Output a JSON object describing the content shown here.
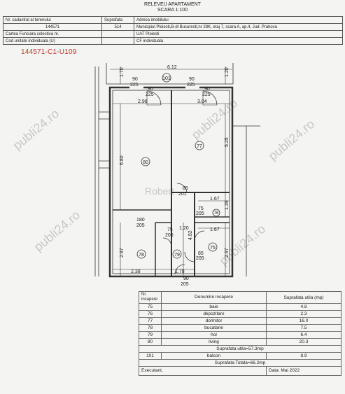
{
  "header": {
    "title_line1": "RELEVEU APARTAMENT",
    "title_line2": "SCARA 1:100",
    "rows": [
      {
        "c1": "Nr. cadastral al terenului",
        "c2": "Suprafata",
        "c3": "Adresa imobilului"
      },
      {
        "c1": "144571",
        "c2": "514",
        "c3": "Municipiul Ploiesti,B-dl Bucuresti,nr 28K, etaj 7, scara A, ap.4, Jud. Prahova"
      },
      {
        "c1": "Cartea Funciara colectiva nr.",
        "c2": "",
        "c3": "UAT        Ploiesti"
      },
      {
        "c1": "Cod unitate individuala (U)",
        "c2": "",
        "c3": "CF individuala"
      }
    ]
  },
  "unit_code": "144571-C1-U109",
  "watermarks": [
    "publi24.ro",
    "Robert",
    "publi24.ro",
    "publi24.ro",
    "publi24.ro",
    "publi24.ro"
  ],
  "plan": {
    "dims": {
      "top_width": "6.12",
      "top_left_height": "1.70",
      "top_right_height": "1.20",
      "living_width": "2.98",
      "bed_width": "3.04",
      "living_height": "6.80",
      "bed_height": "5.25",
      "hall_width_a": "1.67",
      "hall_height": "1.39",
      "hall_width_b": "1.67",
      "corridor_w": "1.20",
      "corridor_h": "4.52",
      "bottom_left_h": "2.97",
      "bottom_right_h": "2.97",
      "bottom_left_w": "2.38",
      "bottom_mid_w": "1.78"
    },
    "openings": {
      "w1_top": "90",
      "w1_bot": "225",
      "w2_top": "90",
      "w2_bot": "225",
      "d1_top": "90",
      "d1_bot": "225",
      "d2_top": "90",
      "d2_bot": "225",
      "door_hall_top": "85",
      "door_hall_bot": "201",
      "door_dep_top": "75",
      "door_dep_bot": "205",
      "door_living_top": "180",
      "door_living_bot": "205",
      "door_bath_top": "75",
      "door_bath_bot": "205",
      "door_kit_top": "85",
      "door_kit_bot": "205",
      "entry_top": "90",
      "entry_bot": "205"
    },
    "rooms": [
      "101",
      "80",
      "77",
      "76",
      "78",
      "79",
      "75"
    ]
  },
  "table": {
    "head": {
      "nr": "Nr. incapere",
      "name": "Denumire incapere",
      "area": "Suprafata utila (mp)"
    },
    "rows": [
      {
        "nr": "75",
        "name": "baie",
        "area": "4.8"
      },
      {
        "nr": "76",
        "name": "depozitare",
        "area": "2.3"
      },
      {
        "nr": "77",
        "name": "dormitor",
        "area": "16.0"
      },
      {
        "nr": "78",
        "name": "bucatarie",
        "area": "7.5"
      },
      {
        "nr": "79",
        "name": "hol",
        "area": "6.4"
      },
      {
        "nr": "80",
        "name": "living",
        "area": "20.3"
      }
    ],
    "useful_total": "Suprafata utila=57.3mp",
    "balcony": {
      "nr": "101",
      "name": "balcon",
      "area": "8.9"
    },
    "grand_total": "Suprafata Totala=66.2mp",
    "footer_left": "Executant,",
    "footer_right": "Data: Mai 2022"
  }
}
